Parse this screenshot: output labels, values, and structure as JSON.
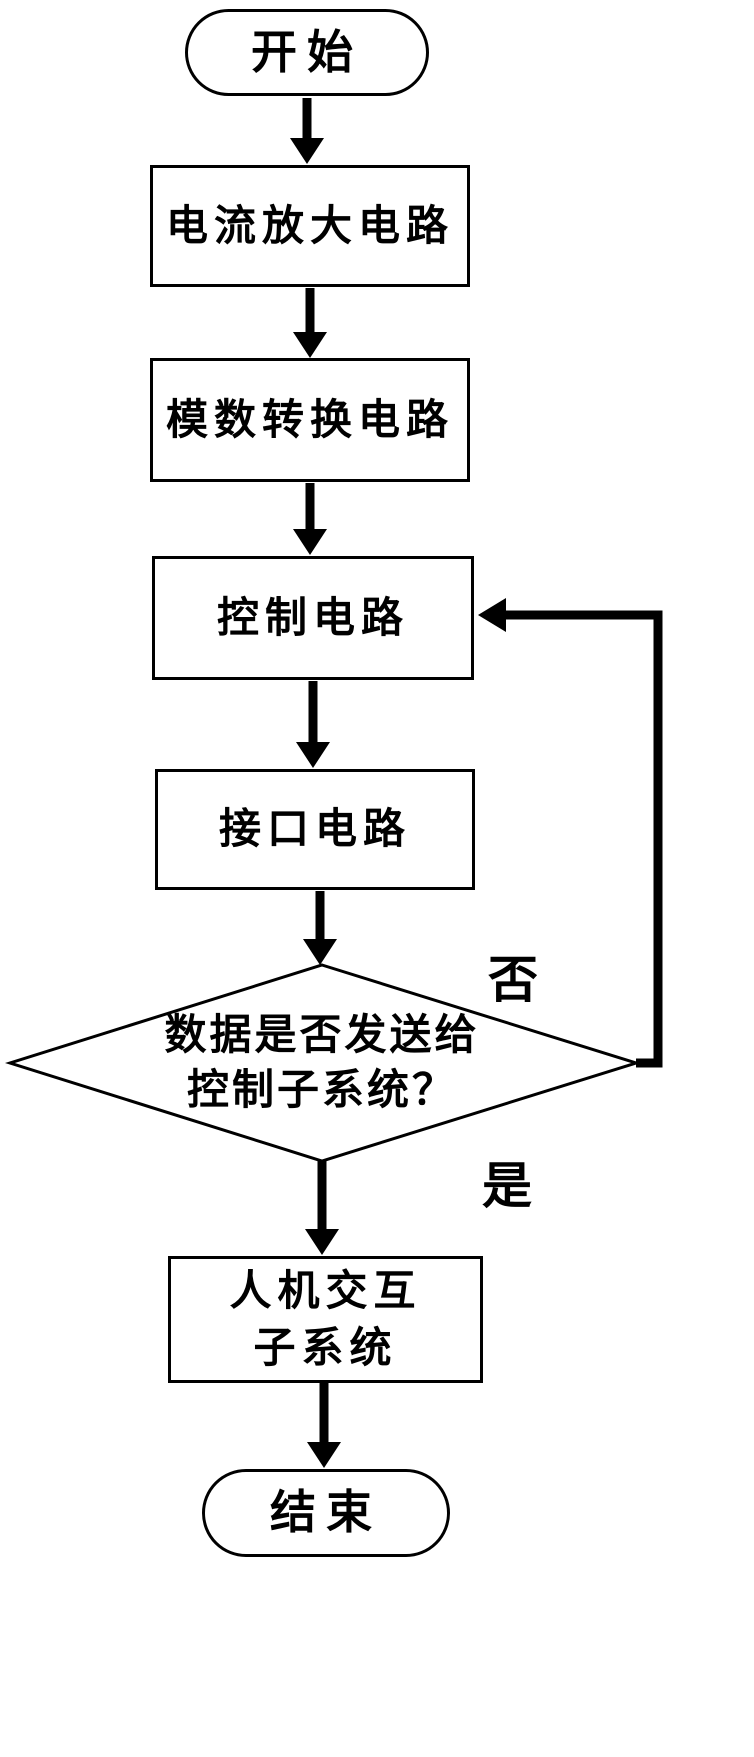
{
  "nodes": {
    "start": {
      "label": "开始"
    },
    "current_amplifier": {
      "label": "电流放大电路"
    },
    "adc": {
      "label": "模数转换电路"
    },
    "control": {
      "label": "控制电路"
    },
    "interface": {
      "label": "接口电路"
    },
    "decision": {
      "line1": "数据是否发送给",
      "line2": "控制子系统？"
    },
    "hmi": {
      "line1": "人机交互",
      "line2": "子系统"
    },
    "end": {
      "label": "结束"
    }
  },
  "edge_labels": {
    "no": "否",
    "yes": "是"
  },
  "colors": {
    "stroke": "#000000",
    "fill": "#ffffff",
    "background": "#ffffff"
  }
}
